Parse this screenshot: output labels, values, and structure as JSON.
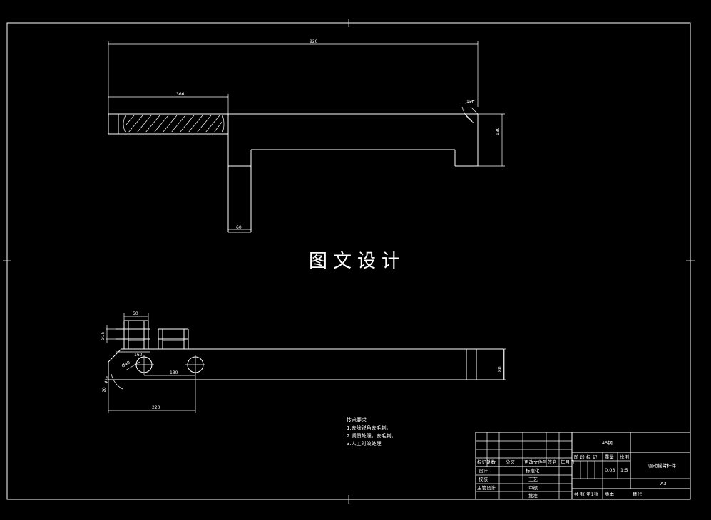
{
  "watermark": "图文设计",
  "dimensions": {
    "overall_length": "920",
    "hatched_length": "366",
    "chamfer": "120",
    "height": "130",
    "stem_width": "60",
    "bottom_slot": "50",
    "hole_dia": "Ø15",
    "hole_offset": "160",
    "bore_dia": "Ø40",
    "hole_spacing": "130",
    "angle": "45°",
    "small_offset": "20",
    "base_length": "220",
    "bar_height": "80"
  },
  "notes": {
    "title": "技术要求",
    "items": [
      "1.去除锐角去毛刺。",
      "2.调质处理，去毛刺。",
      "3.人工时效处理"
    ]
  },
  "title_block": {
    "material": "45钢",
    "part_name": "驱动摇臂杆件",
    "scale_label": "比例",
    "scale": "1:5",
    "weight_label": "重量",
    "weight": "0.03",
    "stage_label": "阶 段 标 记",
    "format": "A3",
    "sheets": "共  张 第1张",
    "version": "版本",
    "replace": "替代",
    "row_labels": [
      "标记处数",
      "分区",
      "更改文件号",
      "签名",
      "年月日"
    ],
    "designer": "设计",
    "standardize": "标准化",
    "check": "校核",
    "process": "工艺",
    "supervisor": "主管设计",
    "review": "审核",
    "approve": "批准"
  },
  "colors": {
    "background": "#000000",
    "line": "#ffffff"
  }
}
